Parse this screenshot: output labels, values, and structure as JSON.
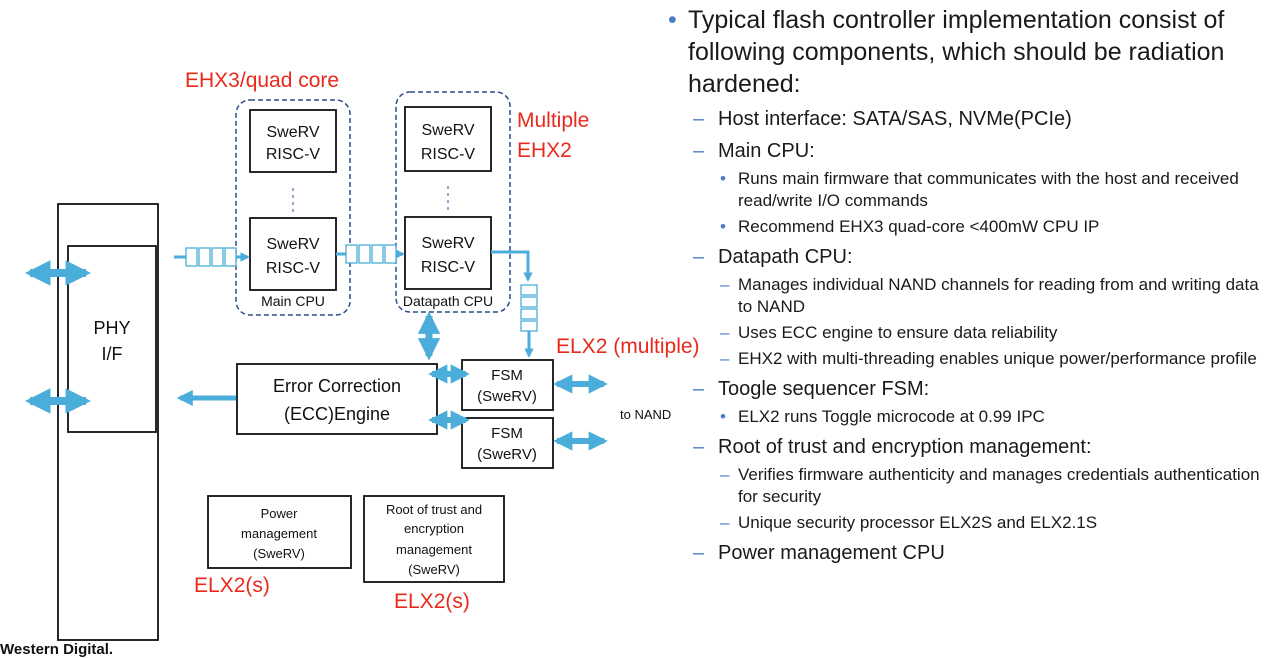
{
  "diagram": {
    "labels": {
      "ehx3": "EHX3/quad core",
      "multiple_ehx2_line1": "Multiple",
      "multiple_ehx2_line2": "EHX2",
      "elx2_multiple": "ELX2 (multiple)",
      "elx2s_left": "ELX2(s)",
      "elx2s_right": "ELX2(s)",
      "main_cpu": "Main CPU",
      "datapath_cpu": "Datapath CPU",
      "to_nand": "to NAND",
      "vdots": "⋮"
    },
    "cores": {
      "line1": "SweRV",
      "line2": "RISC-V"
    },
    "phy": {
      "line1": "PHY",
      "line2": "I/F"
    },
    "ecc": {
      "line1": "Error Correction",
      "line2": "(ECC)Engine"
    },
    "fsm": {
      "line1": "FSM",
      "line2": "(SweRV)"
    },
    "power": {
      "line1": "Power",
      "line2": "management",
      "line3": "(SweRV)"
    },
    "root": {
      "line1": "Root of trust and",
      "line2": "encryption",
      "line3": "management",
      "line4": "(SweRV)"
    }
  },
  "bullets": {
    "intro": "Typical flash controller implementation consist of following components, which should be radiation hardened:",
    "host": "Host interface: SATA/SAS, NVMe(PCIe)",
    "main_cpu": "Main CPU:",
    "main_cpu_1": "Runs main firmware that communicates with the host and received read/write I/O commands",
    "main_cpu_2": "Recommend EHX3 quad-core <400mW CPU IP",
    "datapath": "Datapath CPU:",
    "datapath_1": "Manages individual NAND channels for reading from and writing data to NAND",
    "datapath_2": "Uses ECC engine to ensure data reliability",
    "datapath_3": "EHX2 with multi-threading enables unique power/performance profile",
    "toggle": "Toogle sequencer FSM:",
    "toggle_1": "ELX2 runs Toggle microcode at 0.99 IPC",
    "root": "Root of trust and encryption management:",
    "root_1": "Verifies firmware authenticity and manages credentials authentication for security",
    "root_2": "Unique security processor ELX2S and ELX2.1S",
    "power": "Power management CPU"
  },
  "footer": {
    "brand": "Western Digital."
  },
  "colors": {
    "arrow": "#4badd9",
    "dashed_box": "#2f4b8a",
    "label_red": "#e8291c",
    "bullet_blue": "#4a7cc7"
  }
}
